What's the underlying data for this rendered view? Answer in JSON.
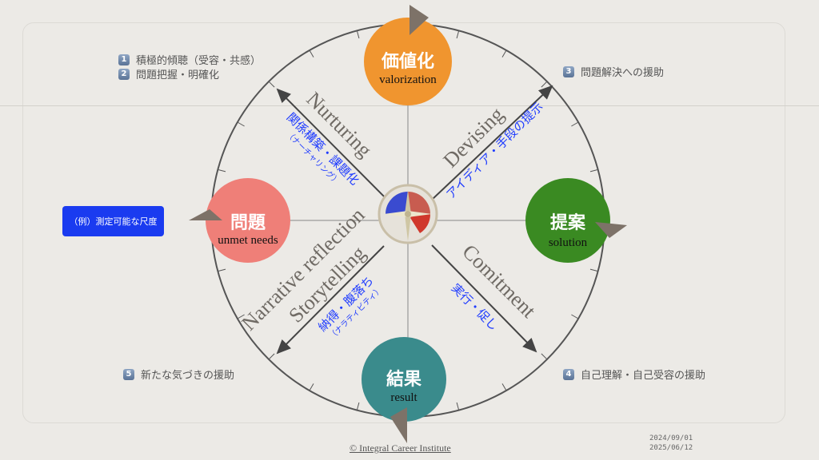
{
  "notes": [
    {
      "num": "1",
      "text": "積極的傾聴（受容・共感）"
    },
    {
      "num": "2",
      "text": "問題把握・明確化"
    },
    {
      "num": "3",
      "text": "問題解決への援助"
    },
    {
      "num": "4",
      "text": "自己理解・自己受容の援助"
    },
    {
      "num": "5",
      "text": "新たな気づきの援助"
    }
  ],
  "example_button": "（例）測定可能な尺度",
  "nodes": {
    "top": {
      "jp": "価値化",
      "en": "valorization",
      "color": "#f0952f"
    },
    "left": {
      "jp": "問題",
      "en": "unmet needs",
      "color": "#ef7f78"
    },
    "right": {
      "jp": "提案",
      "en": "solution",
      "color": "#3a8a22"
    },
    "bottom": {
      "jp": "結果",
      "en": "result",
      "color": "#3a8b8c"
    }
  },
  "arrows": {
    "nurturing": {
      "en": "Nurturing",
      "jp": "関係構築・課題化",
      "sub": "（ナーチャリング）"
    },
    "devising": {
      "en": "Devising",
      "jp": "アイディア・手段の提示"
    },
    "commitment": {
      "en": "Comitment",
      "jp": "実行・促し"
    },
    "narrative": {
      "en": "Narrative reflection",
      "en2": "Storytelling",
      "jp": "納得・腹落ち",
      "sub": "（ナラティビティ）"
    }
  },
  "footer": {
    "copyright": "© Integral Career Institute",
    "date1": "2024/09/01",
    "date2": "2025/06/12"
  }
}
